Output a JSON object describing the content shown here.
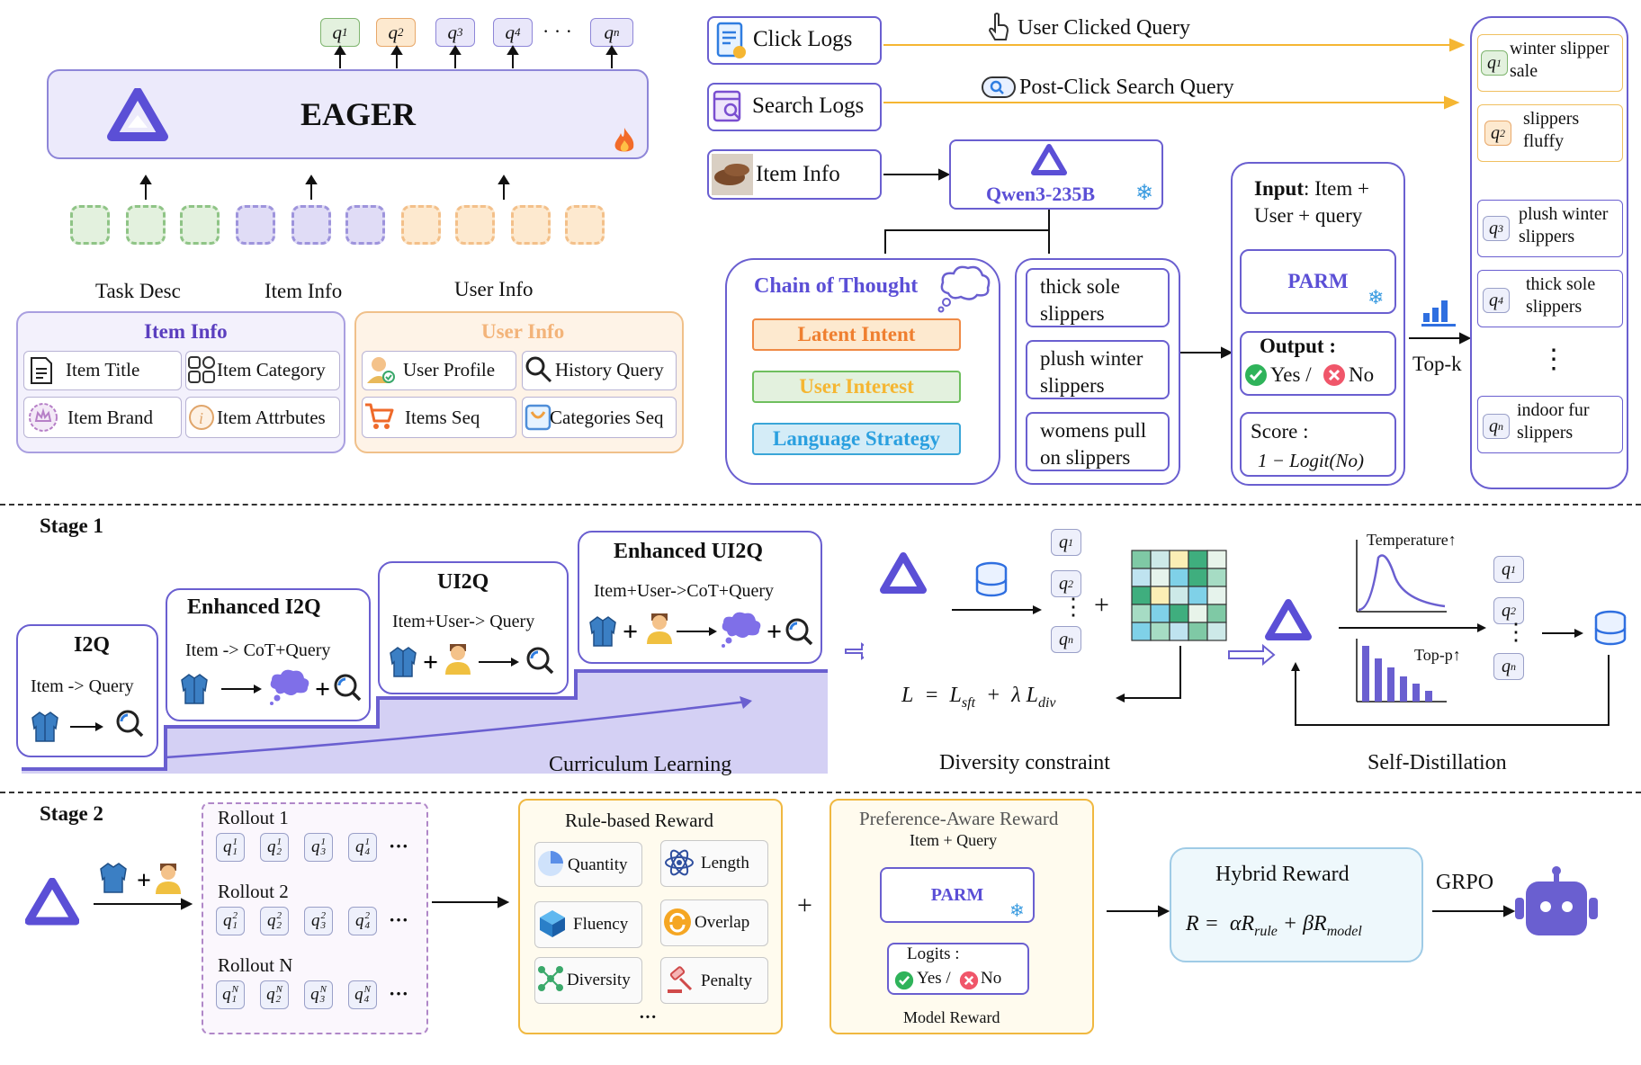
{
  "eager": {
    "title": "EAGER",
    "outputs": [
      "q",
      "q",
      "q",
      "q",
      "q"
    ],
    "output_subs": [
      "1",
      "2",
      "3",
      "4",
      "n"
    ],
    "dots": "· · ·",
    "group_labels": [
      "Task Desc",
      "Item Info",
      "User Info"
    ],
    "item_info": {
      "title": "Item Info",
      "fields": [
        "Item Title",
        "Item Category",
        "Item Brand",
        "Item Attrbutes"
      ]
    },
    "user_info": {
      "title": "User Info",
      "fields": [
        "User Profile",
        "History Query",
        "Items Seq",
        "Categories Seq"
      ]
    }
  },
  "pipeline": {
    "click_logs": "Click Logs",
    "search_logs": "Search Logs",
    "item_info": "Item Info",
    "clicked_query": "User Clicked Query",
    "post_click_query": "Post-Click Search Query",
    "qwen": "Qwen3-235B",
    "cot_title": "Chain of Thought",
    "cot_items": [
      "Latent Intent",
      "User Interest",
      "Language Strategy"
    ],
    "candidates": [
      "thick sole slippers",
      "plush winter slippers",
      "womens pull on slippers"
    ],
    "input_label": "Input",
    "input_text": ": Item +",
    "input_text2": "User + query",
    "parm": "PARM",
    "output_label": "Output :",
    "yes": "Yes /",
    "no": "No",
    "score_label": "Score :",
    "score_formula": "1 − Logit(No)",
    "topk": "Top-k",
    "results": [
      {
        "sub": "1",
        "text": "winter slipper sale"
      },
      {
        "sub": "2",
        "text": "slippers fluffy"
      },
      {
        "sub": "3",
        "text": "plush winter slippers"
      },
      {
        "sub": "4",
        "text": "thick sole slippers"
      },
      {
        "sub": "n",
        "text": "indoor fur slippers"
      }
    ],
    "vdots": "⋮"
  },
  "stage1": {
    "label": "Stage 1",
    "steps": [
      {
        "title": "I2Q",
        "desc": "Item -> Query"
      },
      {
        "title": "Enhanced I2Q",
        "desc": "Item -> CoT+Query"
      },
      {
        "title": "UI2Q",
        "desc": "Item+User-> Query"
      },
      {
        "title": "Enhanced UI2Q",
        "desc": "Item+User->CoT+Query"
      }
    ],
    "curriculum": "Curriculum Learning",
    "diversity": "Diversity constraint",
    "self_distill": "Self-Distillation",
    "loss": "L = L_sft + λ L_div",
    "temperature": "Temperature",
    "top_p": "Top-p",
    "heatmap_colors": [
      [
        "#7fc9a5",
        "#cde9e8",
        "#fbeeb5",
        "#3fae7e",
        "#e8f4ea"
      ],
      [
        "#bfe3f0",
        "#e6f3ec",
        "#7fd1e8",
        "#3fae7e",
        "#a6dcc4"
      ],
      [
        "#3fae7e",
        "#fbeeb5",
        "#cde9e8",
        "#7fd1e8",
        "#e6f3ec"
      ],
      [
        "#a6dcc4",
        "#7fd1e8",
        "#3fae7e",
        "#e8f4ea",
        "#7fc9a5"
      ],
      [
        "#7fd1e8",
        "#a6dcc4",
        "#bfe3f0",
        "#7fc9a5",
        "#cde9e8"
      ]
    ]
  },
  "stage2": {
    "label": "Stage 2",
    "rollouts": [
      {
        "title": "Rollout 1",
        "sup": "1"
      },
      {
        "title": "Rollout 2",
        "sup": "2"
      },
      {
        "title": "Rollout N",
        "sup": "N"
      }
    ],
    "ellipsis": "···",
    "rule_title": "Rule-based Reward",
    "rules": [
      "Quantity",
      "Length",
      "Fluency",
      "Overlap",
      "Diversity",
      "Penalty"
    ],
    "rule_more": "···",
    "pref_title": "Preference-Aware Reward",
    "pref_input": "Item + Query",
    "parm": "PARM",
    "logits": "Logits :",
    "yes": "Yes /",
    "no": "No",
    "model_reward": "Model Reward",
    "hybrid_title": "Hybrid Reward",
    "hybrid_formula": "R = αR_rule + βR_model",
    "grpo": "GRPO",
    "plus": "+"
  },
  "colors": {
    "purple": "#5b4fd6",
    "purple_border": "#6a5fd0",
    "orange_fill": "#fde9cf",
    "green_fill": "#e3f1de",
    "blue_fill": "#d4ecf7",
    "arrow_yellow": "#f5b632"
  }
}
